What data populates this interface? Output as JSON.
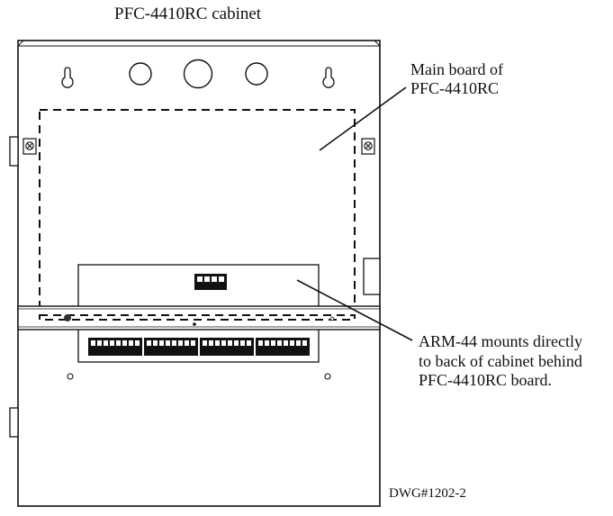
{
  "title": "PFC-4410RC cabinet",
  "callouts": {
    "main_board": [
      "Main board of",
      "PFC-4410RC"
    ],
    "arm44": [
      "ARM-44 mounts directly",
      "to back of cabinet behind",
      "PFC-4410RC board."
    ]
  },
  "drawing_number": "DWG#1202-2"
}
